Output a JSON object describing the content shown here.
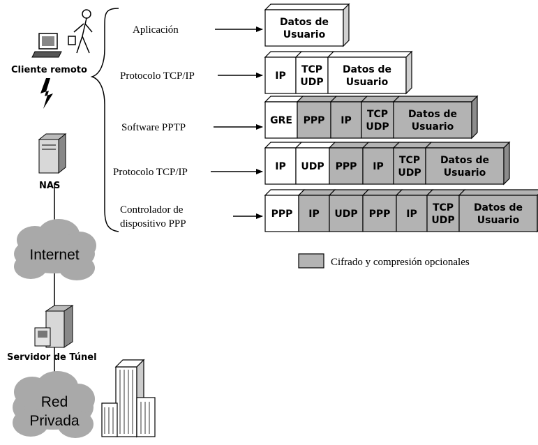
{
  "nodes": {
    "client": "Cliente remoto",
    "nas": "NAS",
    "internet": "Internet",
    "tunnel_server": "Servidor de Túnel",
    "private_network": [
      "Red",
      "Privada"
    ]
  },
  "layers": [
    {
      "label": [
        "Aplicación"
      ],
      "cells": [
        {
          "t": [
            "Datos de",
            "Usuario"
          ],
          "s": false
        }
      ]
    },
    {
      "label": [
        "Protocolo TCP/IP"
      ],
      "cells": [
        {
          "t": [
            "IP"
          ],
          "s": false
        },
        {
          "t": [
            "TCP",
            "UDP"
          ],
          "s": false
        },
        {
          "t": [
            "Datos de",
            "Usuario"
          ],
          "s": false
        }
      ]
    },
    {
      "label": [
        "Software PPTP"
      ],
      "cells": [
        {
          "t": [
            "GRE"
          ],
          "s": false
        },
        {
          "t": [
            "PPP"
          ],
          "s": true
        },
        {
          "t": [
            "IP"
          ],
          "s": true
        },
        {
          "t": [
            "TCP",
            "UDP"
          ],
          "s": true
        },
        {
          "t": [
            "Datos de",
            "Usuario"
          ],
          "s": true
        }
      ]
    },
    {
      "label": [
        "Protocolo TCP/IP"
      ],
      "cells": [
        {
          "t": [
            "IP"
          ],
          "s": false
        },
        {
          "t": [
            "UDP"
          ],
          "s": false
        },
        {
          "t": [
            "PPP"
          ],
          "s": true
        },
        {
          "t": [
            "IP"
          ],
          "s": true
        },
        {
          "t": [
            "TCP",
            "UDP"
          ],
          "s": true
        },
        {
          "t": [
            "Datos de",
            "Usuario"
          ],
          "s": true
        }
      ]
    },
    {
      "label": [
        "Controlador de",
        "dispositivo PPP"
      ],
      "cells": [
        {
          "t": [
            "PPP"
          ],
          "s": false
        },
        {
          "t": [
            "IP"
          ],
          "s": true
        },
        {
          "t": [
            "UDP"
          ],
          "s": true
        },
        {
          "t": [
            "PPP"
          ],
          "s": true
        },
        {
          "t": [
            "IP"
          ],
          "s": true
        },
        {
          "t": [
            "TCP",
            "UDP"
          ],
          "s": true
        },
        {
          "t": [
            "Datos de",
            "Usuario"
          ],
          "s": true
        }
      ]
    }
  ],
  "legend": {
    "label": "Cifrado y compresión opcionales"
  },
  "colors": {
    "shaded": "#b3b3b3",
    "white": "#ffffff",
    "cloud": "#a9a9a9",
    "line": "#000000"
  }
}
